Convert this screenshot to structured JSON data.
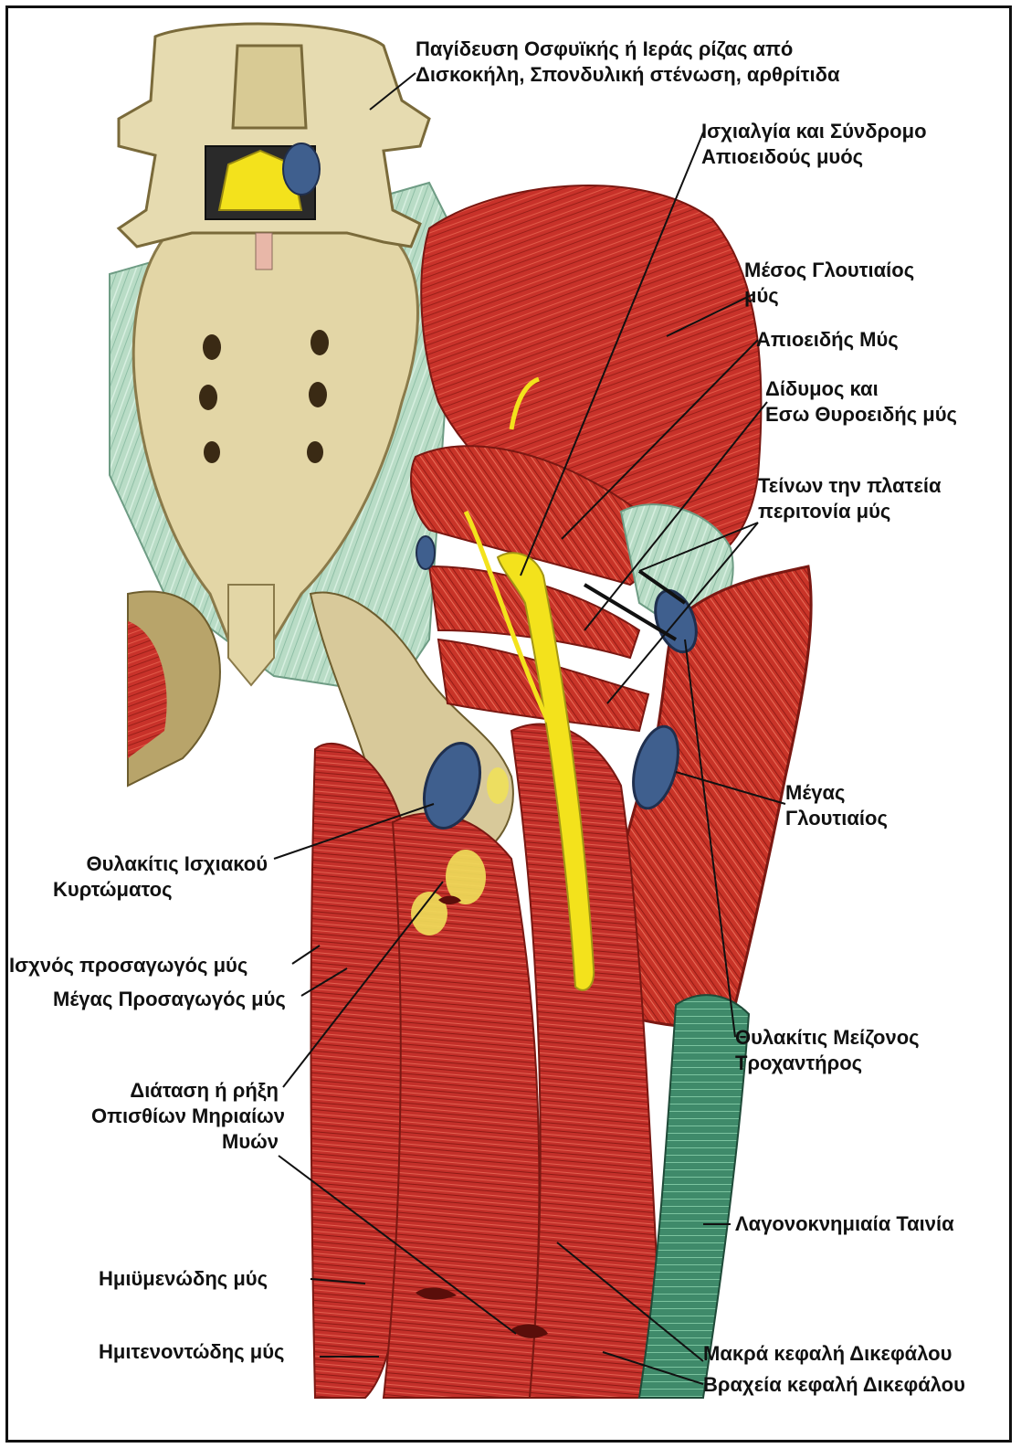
{
  "labels": {
    "nerve_root": {
      "line1": "Παγίδευση Οσφυϊκής ή Ιεράς ρίζας από",
      "line2": "Δισκοκήλη, Σπονδυλική στένωση, αρθρίτιδα"
    },
    "sciatica": {
      "line1": "Ισχιαλγία και Σύνδρομο",
      "line2": "Απιοειδούς μυός"
    },
    "gluteus_medius": {
      "line1": "Μέσος Γλουτιαίος",
      "line2": "μύς"
    },
    "piriformis": {
      "line1": "Απιοειδής Μύς"
    },
    "gemellus": {
      "line1": "Δίδυμος και",
      "line2": "Εσω Θυροειδής μύς"
    },
    "tensor_fascia": {
      "line1": "Τείνων την πλατεία",
      "line2": "περιτονία μύς"
    },
    "gluteus_maximus": {
      "line1": "Μέγας",
      "line2": "Γλουτιαίος"
    },
    "ischial_bursitis": {
      "line1": "Θυλακίτις Ισχιακού",
      "line2": "Κυρτώματος"
    },
    "gracilis": {
      "line1": "Ισχνός προσαγωγός μύς"
    },
    "adductor_magnus": {
      "line1": "Μέγας Προσαγωγός μύς"
    },
    "trochanter_bursitis": {
      "line1": "Θυλακίτις Μείζονος",
      "line2": "Τροχαντήρος"
    },
    "hamstring_strain": {
      "line1": "Διάταση ή ρήξη",
      "line2": "Οπισθίων Μηριαίων",
      "line3": "Μυών"
    },
    "it_band": {
      "line1": "Λαγονοκνημιαία Ταινία"
    },
    "semimembranosus": {
      "line1": "Ημιϋμενώδης μύς"
    },
    "semitendinosus": {
      "line1": "Ημιτενοντώδης μύς"
    },
    "biceps_long": {
      "line1": "Μακρά κεφαλή Δικεφάλου"
    },
    "biceps_short": {
      "line1": "Βραχεία κεφαλή Δικεφάλου"
    }
  },
  "colors": {
    "muscle": "#c8322a",
    "muscle_dark": "#8f1d17",
    "bone": "#e3d6a6",
    "fascia": "#b9dcc6",
    "nerve": "#f3e21c",
    "bursa": "#3f5f8e",
    "it_band": "#3f8a6a"
  }
}
